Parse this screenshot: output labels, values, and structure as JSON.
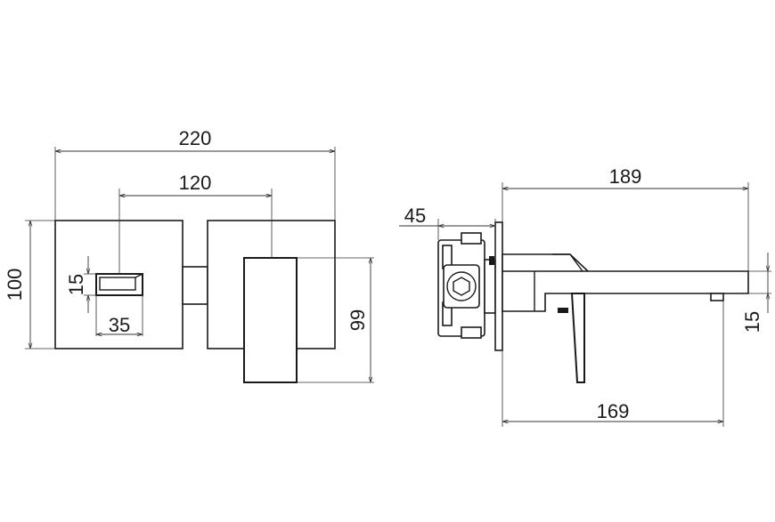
{
  "dimensions": {
    "front_overall_width": "220",
    "front_spout_to_handle": "120",
    "front_plate_height": "100",
    "front_spout_outlet_height": "15",
    "front_spout_width": "35",
    "front_handle_height": "99",
    "side_overall_projection": "189",
    "side_body_depth": "45",
    "side_spout_length": "169",
    "side_spout_outlet_height": "15"
  }
}
